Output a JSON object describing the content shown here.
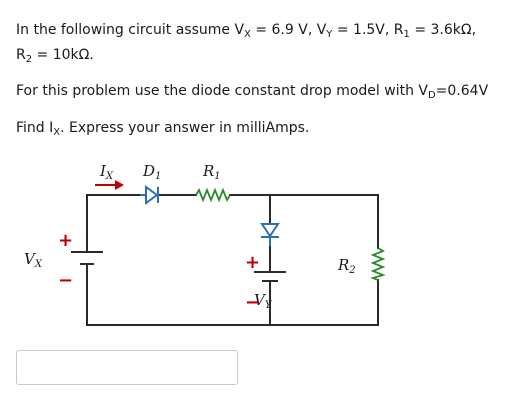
{
  "problem": {
    "line1": {
      "intro": "In the following circuit assume V",
      "vx_sub": "X",
      "vx_val": " = 6.9 V, V",
      "vy_sub": "Y",
      "vy_val": " = 1.5V, R",
      "r1_sub": "1",
      "r1_val": " = 3.6kΩ,"
    },
    "line2": {
      "r2_pre": "R",
      "r2_sub": "2",
      "r2_val": " = 10kΩ."
    },
    "line3": {
      "text": "For this problem use the diode constant drop model with V",
      "vd_sub": "D",
      "vd_val": "=0.64V"
    },
    "line4": {
      "pre": "Find I",
      "ix_sub": "X",
      "post": ". Express your answer in milliAmps."
    }
  },
  "circuit": {
    "labels": {
      "ix": "I",
      "ix_sub": "X",
      "d1": "D",
      "d1_sub": "1",
      "r1": "R",
      "r1_sub": "1",
      "vx": "V",
      "vx_sub": "X",
      "vy": "V",
      "vy_sub": "Y",
      "r2": "R",
      "r2_sub": "2",
      "plus": "+",
      "minus": "−"
    },
    "colors": {
      "wire": "#2a2a2a",
      "arrow": "#c00000",
      "sign": "#c00000"
    }
  },
  "answer": {
    "value": "",
    "placeholder": ""
  }
}
